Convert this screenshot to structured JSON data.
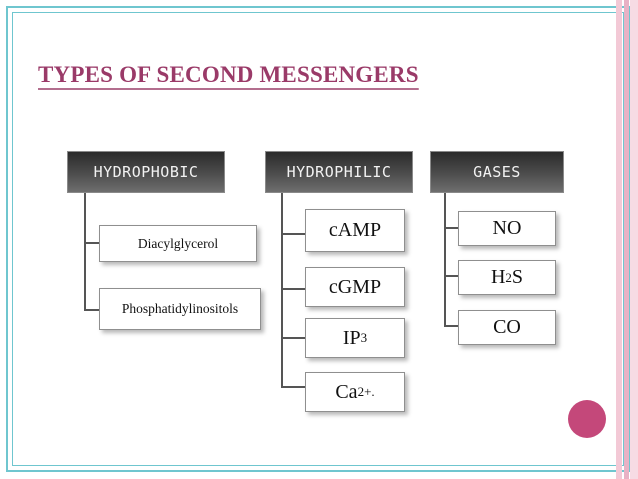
{
  "slide": {
    "title": "TYPES OF SECOND MESSENGERS",
    "accent_color": "#c4487a",
    "title_color": "#9a3a68"
  },
  "groups": [
    {
      "header": "HYDROPHOBIC",
      "items": [
        {
          "text": "Diacylglycerol"
        },
        {
          "text": "Phosphatidylinositols"
        }
      ]
    },
    {
      "header": "HYDROPHILIC",
      "items": [
        {
          "text": "cAMP"
        },
        {
          "text": "cGMP"
        },
        {
          "text": "IP",
          "sub": "3"
        },
        {
          "text": "Ca",
          "sup": "2+."
        }
      ]
    },
    {
      "header": "GASES",
      "items": [
        {
          "text": "NO"
        },
        {
          "text": "H",
          "sub": "2",
          "tail": "S"
        },
        {
          "text": "CO"
        }
      ]
    }
  ]
}
